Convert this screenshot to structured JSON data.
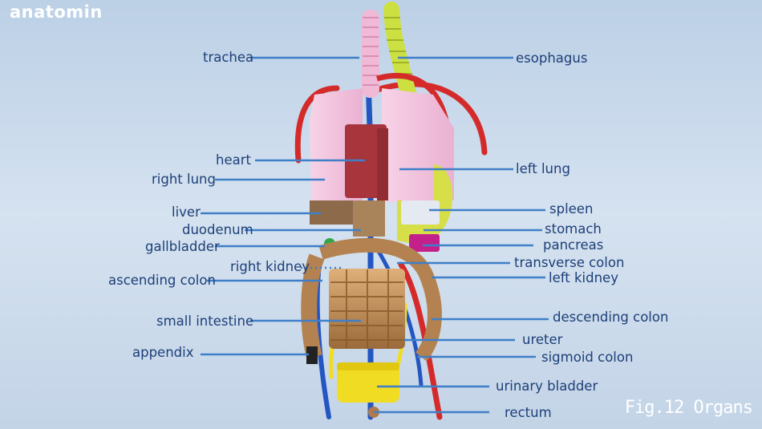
{
  "brand": {
    "name": "anatomin"
  },
  "caption": "Fig.12 Organs",
  "labels": {
    "trachea": "trachea",
    "esophagus": "esophagus",
    "heart": "heart",
    "right_lung": "right lung",
    "left_lung": "left lung",
    "liver": "liver",
    "spleen": "spleen",
    "duodenum": "duodenum",
    "stomach": "stomach",
    "gallbladder": "gallbladder",
    "pancreas": "pancreas",
    "right_kidney": "right kidney",
    "transverse_colon": "transverse colon",
    "ascending_colon": "ascending colon",
    "left_kidney": "left kidney",
    "small_intestine": "small intestine",
    "descending_colon": "descending colon",
    "ureter": "ureter",
    "appendix": "appendix",
    "sigmoid_colon": "sigmoid colon",
    "urinary_bladder": "urinary bladder",
    "rectum": "rectum"
  },
  "colors": {
    "label_text": "#1d3f78",
    "leader_line": "#3f7fc8",
    "lung": "#f4c6e0",
    "heart": "#a8343c",
    "artery": "#d42a2a",
    "vein": "#2456c2",
    "esophagus": "#cce041",
    "trachea": "#f0b9d6",
    "liver": "#8c6a4a",
    "intestine": "#c79458",
    "stomach": "#d6df48",
    "bladder": "#f0dc22"
  }
}
